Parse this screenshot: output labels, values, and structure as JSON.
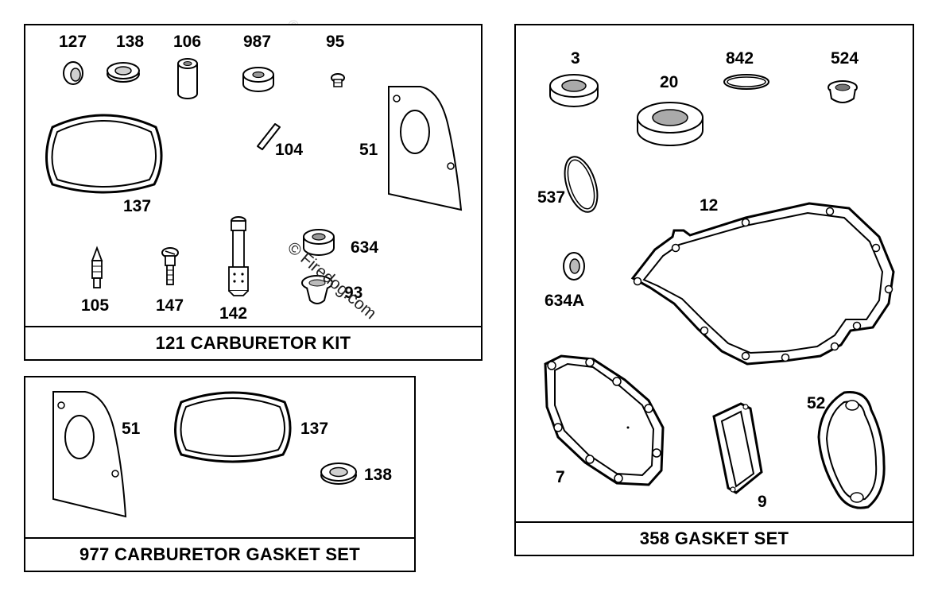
{
  "watermark": "© Firedog.com",
  "panels": {
    "carb_kit": {
      "title": "121 CARBURETOR KIT",
      "labels": [
        "127",
        "138",
        "106",
        "987",
        "95",
        "104",
        "51",
        "137",
        "105",
        "147",
        "142",
        "634",
        "93"
      ]
    },
    "gasket_set_carb": {
      "title": "977 CARBURETOR GASKET SET",
      "labels": [
        "51",
        "137",
        "138"
      ]
    },
    "gasket_set": {
      "title": "358 GASKET SET",
      "labels": [
        "3",
        "20",
        "842",
        "524",
        "537",
        "12",
        "634A",
        "7",
        "9",
        "52"
      ]
    }
  }
}
